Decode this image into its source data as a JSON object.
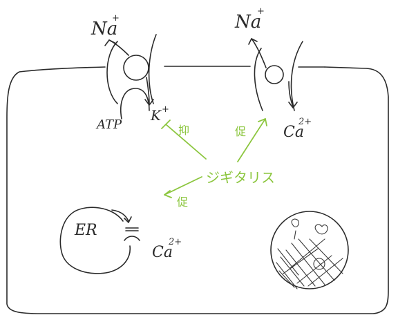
{
  "labels": {
    "na_left": "Na",
    "na_left_charge": "+",
    "na_right": "Na",
    "na_right_charge": "+",
    "atp": "ATP",
    "k": "K",
    "k_charge": "+",
    "ca_channel": "Ca",
    "ca_channel_charge": "2+",
    "inhibit": "抑",
    "promote_channel": "促",
    "drug": "ジギタリス",
    "promote_er": "促",
    "er": "ER",
    "ca_er": "Ca",
    "ca_er_charge": "2+"
  },
  "colors": {
    "ink": "#2a2a2a",
    "green": "#8cc63f"
  }
}
